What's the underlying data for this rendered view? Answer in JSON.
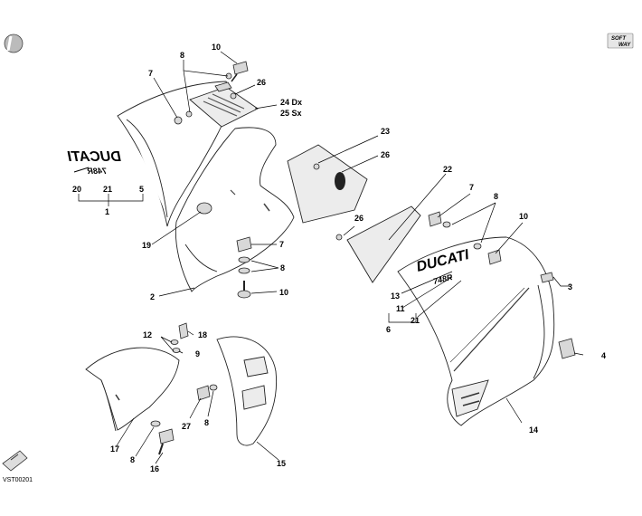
{
  "diagram": {
    "drawing_code": "VST00201",
    "logo_text": "DUCATI",
    "model_text": "748R",
    "corner_badge": [
      "SOFT",
      "WAY"
    ],
    "callouts": [
      {
        "id": "c10a",
        "label": "10"
      },
      {
        "id": "c8a",
        "label": "8"
      },
      {
        "id": "c7a",
        "label": "7"
      },
      {
        "id": "c26a",
        "label": "26"
      },
      {
        "id": "c24",
        "label": "24 Dx"
      },
      {
        "id": "c25",
        "label": "25 Sx"
      },
      {
        "id": "c20",
        "label": "20"
      },
      {
        "id": "c21a",
        "label": "21"
      },
      {
        "id": "c5",
        "label": "5"
      },
      {
        "id": "c1",
        "label": "1"
      },
      {
        "id": "c23",
        "label": "23"
      },
      {
        "id": "c26b",
        "label": "26"
      },
      {
        "id": "c22",
        "label": "22"
      },
      {
        "id": "c19",
        "label": "19"
      },
      {
        "id": "c7b",
        "label": "7"
      },
      {
        "id": "c8b",
        "label": "8"
      },
      {
        "id": "c2",
        "label": "2"
      },
      {
        "id": "c10b",
        "label": "10"
      },
      {
        "id": "c26c",
        "label": "26"
      },
      {
        "id": "c7c",
        "label": "7"
      },
      {
        "id": "c8c",
        "label": "8"
      },
      {
        "id": "c10c",
        "label": "10"
      },
      {
        "id": "c3",
        "label": "3"
      },
      {
        "id": "c13",
        "label": "13"
      },
      {
        "id": "c11",
        "label": "11"
      },
      {
        "id": "c21b",
        "label": "21"
      },
      {
        "id": "c6",
        "label": "6"
      },
      {
        "id": "c4",
        "label": "4"
      },
      {
        "id": "c14",
        "label": "14"
      },
      {
        "id": "c12",
        "label": "12"
      },
      {
        "id": "c18",
        "label": "18"
      },
      {
        "id": "c9",
        "label": "9"
      },
      {
        "id": "c27",
        "label": "27"
      },
      {
        "id": "c8d",
        "label": "8"
      },
      {
        "id": "c17",
        "label": "17"
      },
      {
        "id": "c8e",
        "label": "8"
      },
      {
        "id": "c16",
        "label": "16"
      },
      {
        "id": "c15",
        "label": "15"
      }
    ]
  }
}
